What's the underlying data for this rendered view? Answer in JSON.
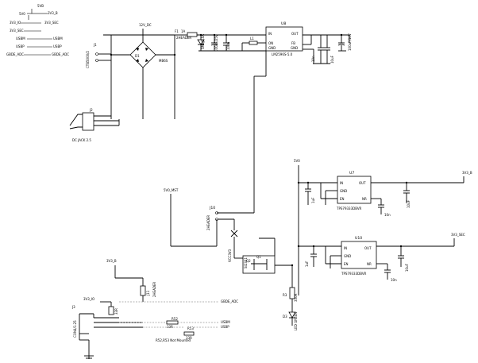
{
  "net_labels": {
    "vin_top": "5VB",
    "v5v": "5V0",
    "v3v3_io": "3V3_IO",
    "v3v3_b_left": "3V3_B",
    "v3v3_sec_left": "3V3_SEC",
    "v3v3_sec_right": "3V3_SEC",
    "usbm_left": "USBM",
    "usbm_right": "USBM",
    "usbp_left": "USBP",
    "usbp_right": "USBP",
    "gbde_adc_left": "GBDE_ADC",
    "gbde_adc_right": "GBDE_ADC",
    "v12v_dc": "12V_DC",
    "v3v3_b_right": "3V3_B",
    "v5v_mst": "5V0_MST",
    "v3v3_b_mid": "3V3_B",
    "v3v3_io_bottom": "3V3_IO",
    "vsys": "5V0"
  },
  "components": {
    "u8_ref": "U8",
    "u8_part": "LM2596S-5.0",
    "u8_pin_in": "IN",
    "u8_pin_out": "OUT",
    "u8_pin_on": "ON",
    "u8_pin_fb": "FB",
    "u8_pin_gnd1": "GND",
    "u8_pin_gnd2": "GND",
    "u7_ref": "U7",
    "u7_part": "TPS79333DBVR",
    "u7_pin_in": "IN",
    "u7_pin_out": "OUT",
    "u7_pin_gnd": "GND",
    "u7_pin_en": "EN",
    "u7_pin_nr": "NR",
    "u10_ref": "U10",
    "u10_part": "TPS79333DBVR",
    "u10_pin_in": "IN",
    "u10_pin_out": "OUT",
    "u10_pin_gnd": "GND",
    "u10_pin_en": "EN",
    "u10_pin_nr": "NR",
    "d1_ref": "D1",
    "d1_part": "MB6S",
    "j1_ref": "J1",
    "j1_part": "CTB5000/2",
    "j2_ref": "J2",
    "j2_part": "DC JACK 2.5",
    "j3_ref": "J3",
    "j3_part": "CON4/1.25",
    "j10_ref": "J10",
    "j10_part": "2HEADER",
    "j11_ref": "J11",
    "j11_part": "2HEADER",
    "q_ref": "Q1",
    "q_part": "SI2301",
    "d2_ref": "D2",
    "d2_part": "SS34",
    "d3_ref": "D3",
    "d3_part": "LED GREEN",
    "r3_ref": "R3",
    "r3_val": "330R",
    "r52_ref": "R52",
    "r52_val": "33R",
    "r53_ref": "R53",
    "r53_val": "33R",
    "l_ref": "L1",
    "l_val": "33uH",
    "cap_c1": "100uF/25V",
    "cap_c2": "100n",
    "cap_c3": "100uF/10V",
    "cap_c4": "10uF",
    "cap_c5": "10n",
    "cap_c6": "1uF",
    "cap_c7": "10uF",
    "cap_c8": "10n",
    "cap_c9": "1uF",
    "fuse_ref": "F1",
    "fuse_val": "1A",
    "tvs_ref": "VCC3V3",
    "tvs_part": "SMBJ5.0A",
    "mosfet_label": "Q2"
  },
  "notes": {
    "not_mounted": "R52,R53 Not Mounted"
  }
}
